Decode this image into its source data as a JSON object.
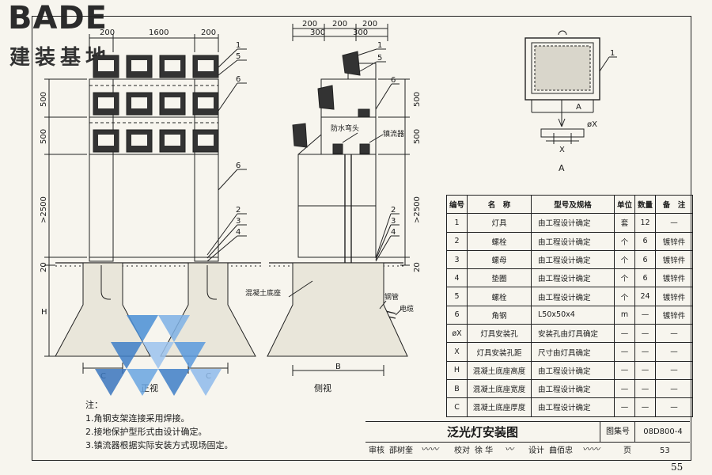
{
  "logo": {
    "word": "BADE",
    "sub": "建装基地"
  },
  "front_view": {
    "dims_top": [
      "200",
      "1600",
      "200"
    ],
    "dims_left": [
      "500",
      "500",
      ">2500",
      "20"
    ],
    "foot_dims": [
      "C",
      "C"
    ],
    "dim_h": "H",
    "callouts": [
      "1",
      "5",
      "6",
      "6",
      "2",
      "3",
      "4"
    ],
    "caption": "正视"
  },
  "side_view": {
    "dims_top": [
      "200",
      "200",
      "200",
      "300",
      "300"
    ],
    "dims_right": [
      "500",
      "500",
      ">2500",
      "20"
    ],
    "dim_b": "B",
    "callouts": [
      "1",
      "5",
      "6",
      "2",
      "3",
      "4"
    ],
    "label_waterproof": "防水弯头",
    "label_ballast": "镇流器",
    "label_concrete": "混凝土底座",
    "label_pipe": "钢管",
    "label_cable": "电缆",
    "caption": "侧视"
  },
  "detail": {
    "callout": "1",
    "arrow_label": "A",
    "dim_phi": "øX",
    "dim_x": "X",
    "caption": "A"
  },
  "parts_table": {
    "headers": [
      "编号",
      "名　称",
      "型号及规格",
      "单位",
      "数量",
      "备　注"
    ],
    "rows": [
      [
        "1",
        "灯具",
        "由工程设计确定",
        "套",
        "12",
        "—"
      ],
      [
        "2",
        "螺栓",
        "由工程设计确定",
        "个",
        "6",
        "镀锌件"
      ],
      [
        "3",
        "螺母",
        "由工程设计确定",
        "个",
        "6",
        "镀锌件"
      ],
      [
        "4",
        "垫圈",
        "由工程设计确定",
        "个",
        "6",
        "镀锌件"
      ],
      [
        "5",
        "螺栓",
        "由工程设计确定",
        "个",
        "24",
        "镀锌件"
      ],
      [
        "6",
        "角钢",
        "L50x50x4",
        "m",
        "—",
        "镀锌件"
      ],
      [
        "øX",
        "灯具安装孔",
        "安装孔由灯具确定",
        "—",
        "—",
        "—"
      ],
      [
        "X",
        "灯具安装孔距",
        "尺寸由灯具确定",
        "—",
        "—",
        "—"
      ],
      [
        "H",
        "混凝土底座高度",
        "由工程设计确定",
        "—",
        "—",
        "—"
      ],
      [
        "B",
        "混凝土底座宽度",
        "由工程设计确定",
        "—",
        "—",
        "—"
      ],
      [
        "C",
        "混凝土底座厚度",
        "由工程设计确定",
        "—",
        "—",
        "—"
      ]
    ]
  },
  "notes": [
    "注：",
    "1.角钢支架连接采用焊接。",
    "2.接地保护型形式由设计确定。",
    "3.镇流器根据实际安装方式现场固定。"
  ],
  "title_block": {
    "title": "泛光灯安装图",
    "atlas_label": "图集号",
    "atlas_no": "08D800-4",
    "review": "审核",
    "reviewer": "邵树奎",
    "check": "校对",
    "checker": "徐 华",
    "design": "设计",
    "designer": "曲佰忠",
    "page_label": "页",
    "page": "53"
  },
  "book_page": "55"
}
